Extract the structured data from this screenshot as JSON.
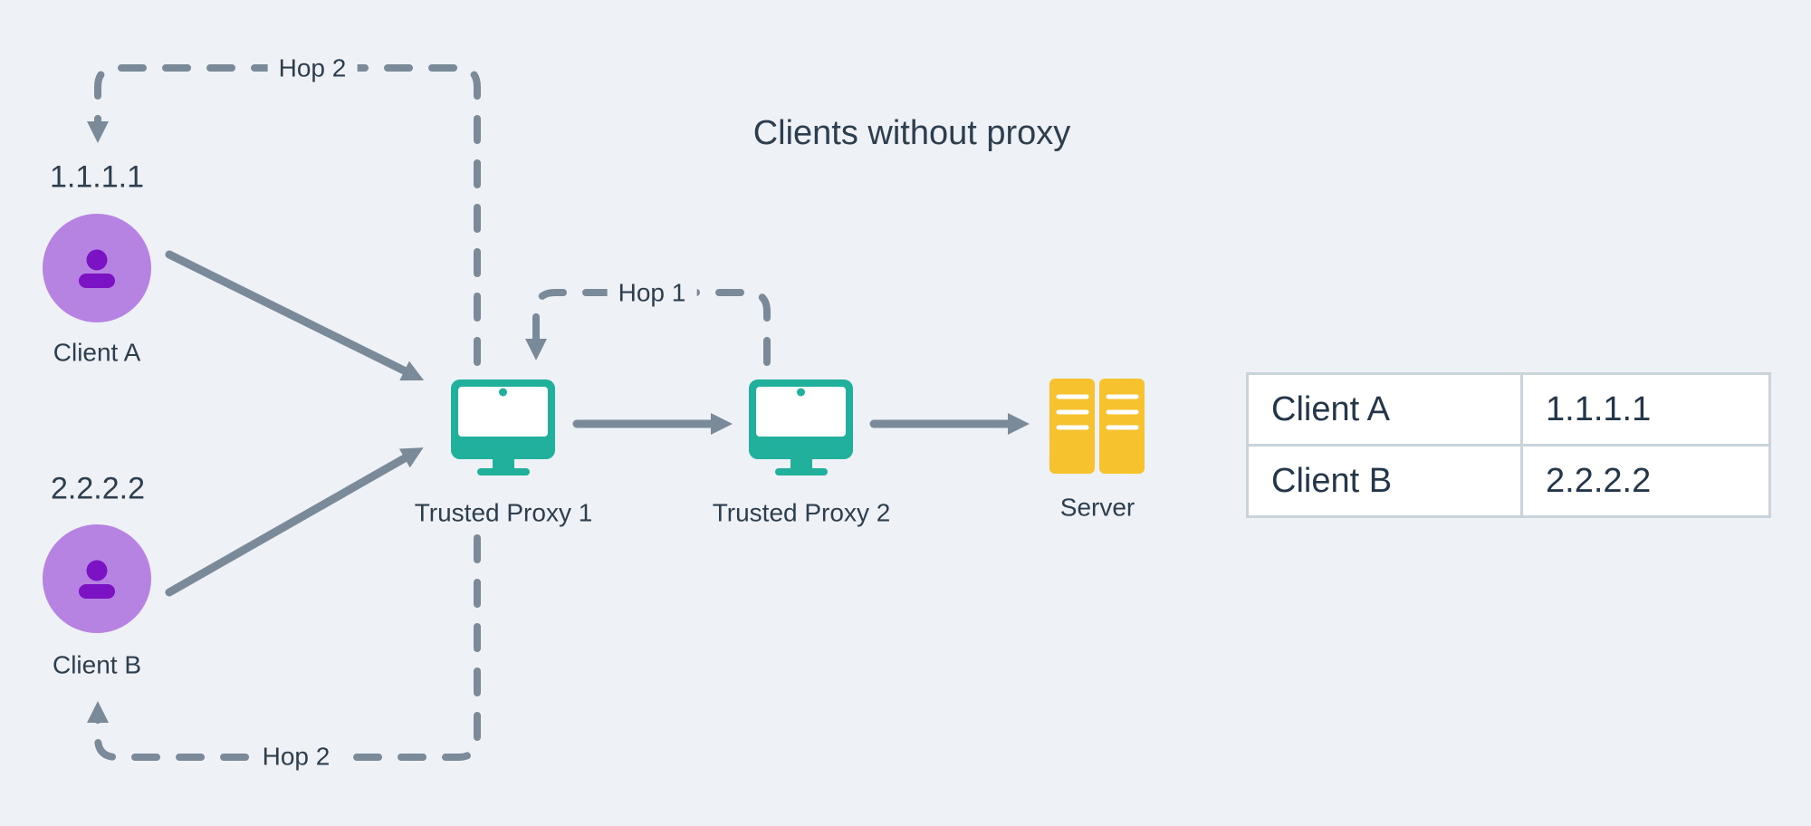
{
  "title": "Clients without proxy",
  "colors": {
    "background": "#eef1f5",
    "connector_gray": "#7b8a98",
    "text_dark": "#2d3e4e",
    "client_circle_purple": "#b683e3",
    "client_person_purple": "#7b12c4",
    "proxy_teal": "#21b09c",
    "server_yellow": "#f6c22e",
    "table_border": "#c9d3dc",
    "table_cell_background": "#ffffff"
  },
  "nodes": {
    "client_a": {
      "ip": "1.1.1.1",
      "label": "Client A",
      "icon": "user-icon"
    },
    "client_b": {
      "ip": "2.2.2.2",
      "label": "Client B",
      "icon": "user-icon"
    },
    "proxy1": {
      "label": "Trusted Proxy 1",
      "icon": "monitor-icon"
    },
    "proxy2": {
      "label": "Trusted Proxy 2",
      "icon": "monitor-icon"
    },
    "server": {
      "label": "Server",
      "icon": "server-rack-icon"
    }
  },
  "hops": {
    "hop1": {
      "label": "Hop 1"
    },
    "hop2_client_a": {
      "label": "Hop 2"
    },
    "hop2_client_b": {
      "label": "Hop 2"
    }
  },
  "table": {
    "rows": [
      {
        "client": "Client A",
        "ip": "1.1.1.1"
      },
      {
        "client": "Client B",
        "ip": "2.2.2.2"
      }
    ]
  }
}
